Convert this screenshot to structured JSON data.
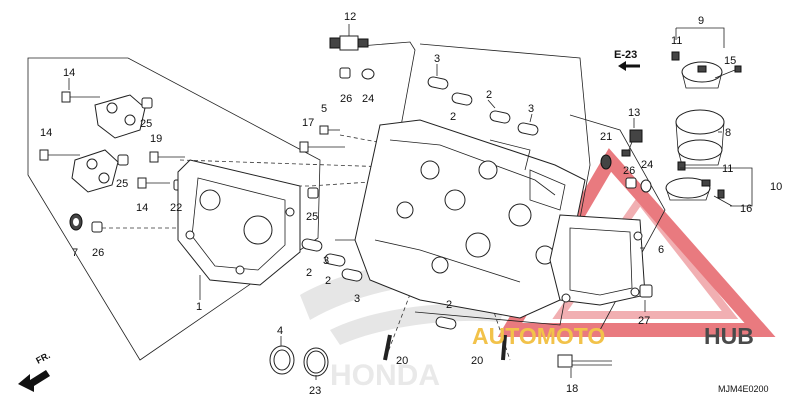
{
  "diagram": {
    "labels": [
      {
        "text": "12"
      },
      {
        "text": "14"
      },
      {
        "text": "26"
      },
      {
        "text": "24"
      },
      {
        "text": "3"
      },
      {
        "text": "2"
      },
      {
        "text": "2"
      },
      {
        "text": "3"
      },
      {
        "text": "5"
      },
      {
        "text": "25"
      },
      {
        "text": "17"
      },
      {
        "text": "14"
      },
      {
        "text": "19"
      },
      {
        "text": "25"
      },
      {
        "text": "14"
      },
      {
        "text": "22"
      },
      {
        "text": "25"
      },
      {
        "text": "7"
      },
      {
        "text": "26"
      },
      {
        "text": "2"
      },
      {
        "text": "3"
      },
      {
        "text": "2"
      },
      {
        "text": "3"
      },
      {
        "text": "1"
      },
      {
        "text": "4"
      },
      {
        "text": "23"
      },
      {
        "text": "20"
      },
      {
        "text": "20"
      },
      {
        "text": "2"
      },
      {
        "text": "18"
      },
      {
        "text": "9"
      },
      {
        "text": "11"
      },
      {
        "text": "15"
      },
      {
        "text": "13"
      },
      {
        "text": "8"
      },
      {
        "text": "21"
      },
      {
        "text": "24"
      },
      {
        "text": "26"
      },
      {
        "text": "11"
      },
      {
        "text": "10"
      },
      {
        "text": "16"
      },
      {
        "text": "6"
      },
      {
        "text": "27"
      }
    ],
    "ref_label": "E-23",
    "front_label": "FR.",
    "drawing_code": "MJM4E0200",
    "brand_mark": "HONDA"
  },
  "watermark": {
    "part1": "AUTOMOTO",
    "part2": "HUB",
    "color_primary": "#f2c24a",
    "color_secondary": "#4a4a4a",
    "triangle_color": "#e0424a"
  }
}
